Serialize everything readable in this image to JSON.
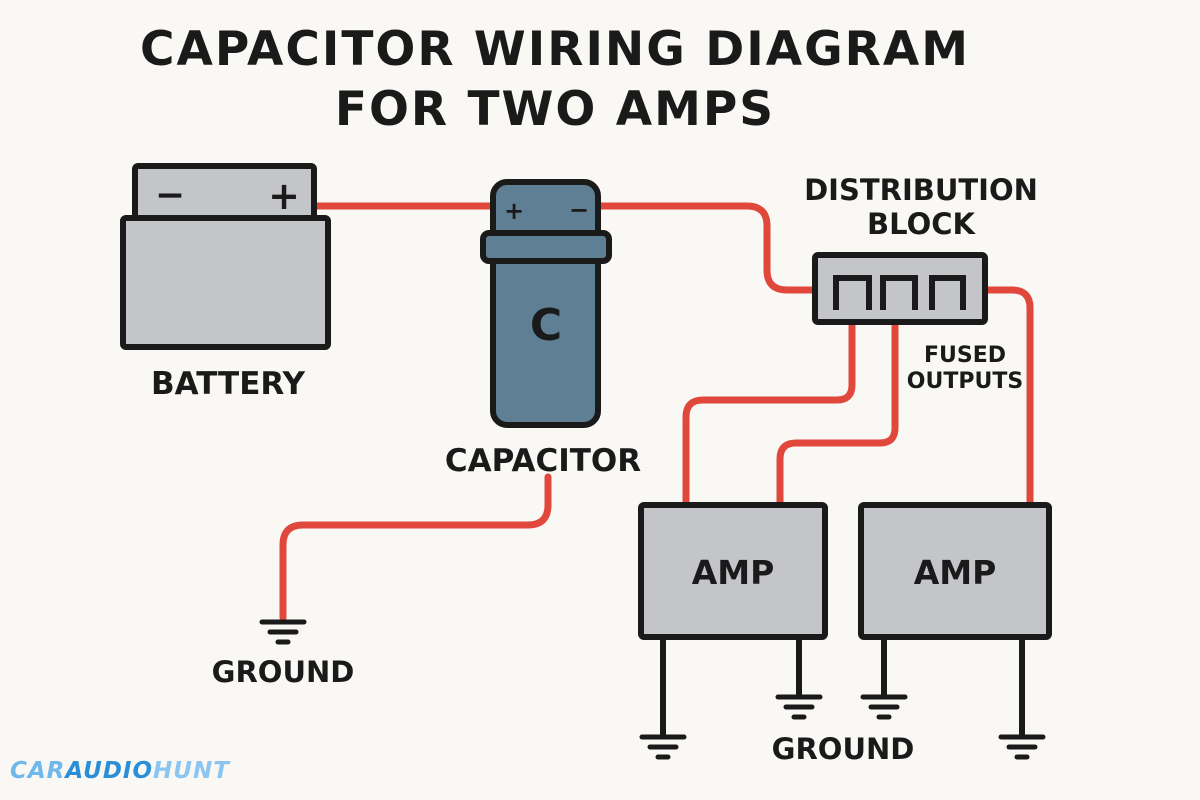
{
  "title_line1": "CAPACITOR WIRING DIAGRAM",
  "title_line2": "FOR TWO AMPS",
  "battery": {
    "label": "BATTERY",
    "neg": "−",
    "pos": "+"
  },
  "capacitor": {
    "label": "CAPACITOR",
    "symbol": "C",
    "pos": "+",
    "neg": "−"
  },
  "distribution_block": {
    "label_line1": "DISTRIBUTION",
    "label_line2": "BLOCK",
    "fused_line1": "FUSED",
    "fused_line2": "OUTPUTS"
  },
  "amps": [
    {
      "label": "AMP"
    },
    {
      "label": "AMP"
    }
  ],
  "ground_labels": {
    "left": "GROUND",
    "bottom": "GROUND"
  },
  "logo": {
    "part1": "CAR",
    "part2": "AUDIO",
    "part3": "HUNT"
  },
  "colors": {
    "wire": "#e0483b",
    "outline": "#1a1a1a",
    "battery_fill": "#c3c5c8",
    "capacitor_fill": "#5f7f94",
    "amp_fill": "#c3c5c8",
    "background": "#faf8f5"
  }
}
